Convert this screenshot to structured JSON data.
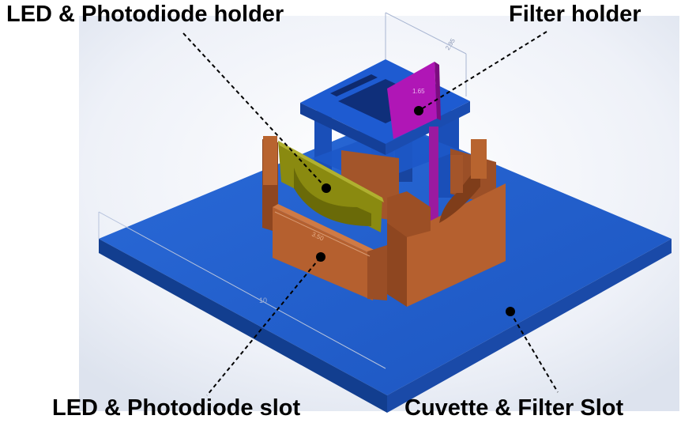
{
  "labels": {
    "led_photodiode_holder": "LED & Photodiode holder",
    "filter_holder": "Filter holder",
    "led_photodiode_slot": "LED & Photodiode slot",
    "cuvette_filter_slot": "Cuvette & Filter Slot"
  },
  "dimensions": {
    "filter_width": "2.95",
    "filter_height": "1.65",
    "slot_width": "3.50",
    "base_length": "10"
  },
  "colors": {
    "base_blue": "#1f5fc9",
    "tower_blue": "#1e5bd1",
    "copper": "#b5602f",
    "filter_magenta": "#b016b6",
    "led_olive": "#8a8a10"
  }
}
